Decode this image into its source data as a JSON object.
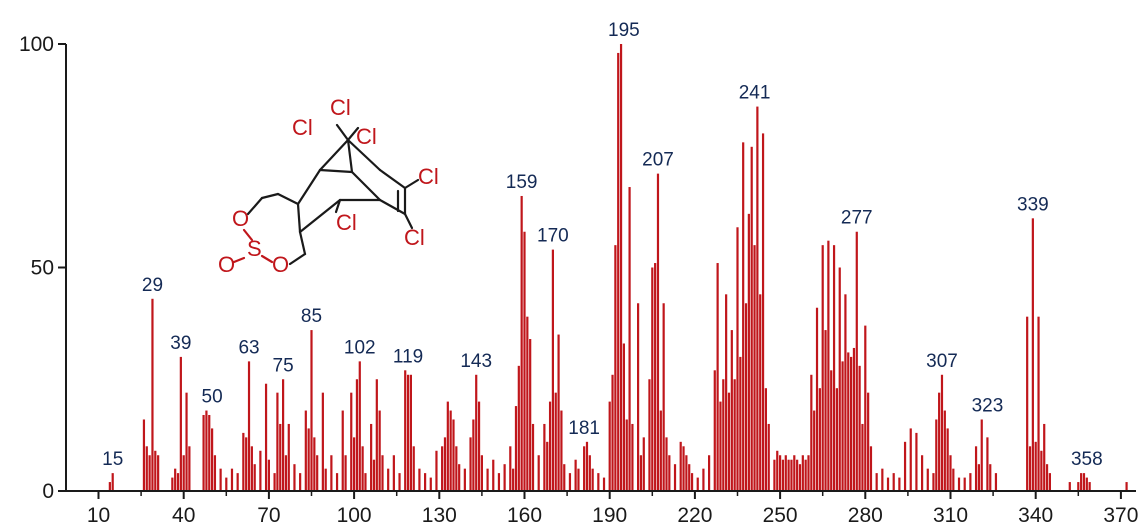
{
  "chart_data": {
    "type": "bar",
    "title": "",
    "xlabel": "",
    "ylabel": "",
    "xlim": [
      5,
      375
    ],
    "ylim": [
      0,
      100
    ],
    "x_ticks": [
      "10",
      "40",
      "70",
      "100",
      "130",
      "160",
      "190",
      "220",
      "250",
      "280",
      "310",
      "340",
      "370"
    ],
    "y_ticks": [
      "0",
      "50",
      "100"
    ],
    "bar_color": "#c0161b",
    "label_color": "#142a55",
    "peaks": [
      [
        14,
        2
      ],
      [
        15,
        4
      ],
      [
        26,
        16
      ],
      [
        27,
        10
      ],
      [
        28,
        8
      ],
      [
        29,
        43
      ],
      [
        30,
        9
      ],
      [
        31,
        8
      ],
      [
        36,
        3
      ],
      [
        37,
        5
      ],
      [
        38,
        4
      ],
      [
        39,
        30
      ],
      [
        40,
        8
      ],
      [
        41,
        22
      ],
      [
        42,
        10
      ],
      [
        47,
        17
      ],
      [
        48,
        18
      ],
      [
        49,
        17
      ],
      [
        50,
        14
      ],
      [
        51,
        8
      ],
      [
        53,
        5
      ],
      [
        55,
        3
      ],
      [
        57,
        5
      ],
      [
        59,
        4
      ],
      [
        61,
        13
      ],
      [
        62,
        12
      ],
      [
        63,
        29
      ],
      [
        64,
        10
      ],
      [
        65,
        6
      ],
      [
        67,
        9
      ],
      [
        69,
        24
      ],
      [
        70,
        7
      ],
      [
        72,
        4
      ],
      [
        73,
        22
      ],
      [
        74,
        15
      ],
      [
        75,
        25
      ],
      [
        76,
        8
      ],
      [
        77,
        15
      ],
      [
        79,
        6
      ],
      [
        81,
        4
      ],
      [
        83,
        18
      ],
      [
        84,
        14
      ],
      [
        85,
        36
      ],
      [
        86,
        12
      ],
      [
        87,
        8
      ],
      [
        89,
        22
      ],
      [
        90,
        5
      ],
      [
        92,
        8
      ],
      [
        94,
        4
      ],
      [
        96,
        18
      ],
      [
        97,
        8
      ],
      [
        99,
        22
      ],
      [
        100,
        12
      ],
      [
        101,
        25
      ],
      [
        102,
        29
      ],
      [
        103,
        10
      ],
      [
        104,
        4
      ],
      [
        106,
        15
      ],
      [
        107,
        7
      ],
      [
        108,
        25
      ],
      [
        109,
        18
      ],
      [
        110,
        8
      ],
      [
        112,
        5
      ],
      [
        114,
        8
      ],
      [
        116,
        4
      ],
      [
        118,
        27
      ],
      [
        119,
        26
      ],
      [
        120,
        26
      ],
      [
        121,
        10
      ],
      [
        123,
        5
      ],
      [
        125,
        4
      ],
      [
        127,
        3
      ],
      [
        129,
        9
      ],
      [
        131,
        10
      ],
      [
        132,
        12
      ],
      [
        133,
        20
      ],
      [
        134,
        18
      ],
      [
        135,
        16
      ],
      [
        136,
        10
      ],
      [
        137,
        6
      ],
      [
        139,
        5
      ],
      [
        141,
        12
      ],
      [
        142,
        16
      ],
      [
        143,
        26
      ],
      [
        144,
        20
      ],
      [
        145,
        8
      ],
      [
        147,
        5
      ],
      [
        149,
        7
      ],
      [
        151,
        4
      ],
      [
        153,
        6
      ],
      [
        155,
        10
      ],
      [
        156,
        5
      ],
      [
        157,
        19
      ],
      [
        158,
        28
      ],
      [
        159,
        66
      ],
      [
        160,
        58
      ],
      [
        161,
        39
      ],
      [
        162,
        34
      ],
      [
        163,
        15
      ],
      [
        165,
        8
      ],
      [
        167,
        15
      ],
      [
        168,
        11
      ],
      [
        169,
        20
      ],
      [
        170,
        54
      ],
      [
        171,
        22
      ],
      [
        172,
        35
      ],
      [
        173,
        18
      ],
      [
        174,
        6
      ],
      [
        176,
        4
      ],
      [
        178,
        7
      ],
      [
        179,
        5
      ],
      [
        181,
        10
      ],
      [
        182,
        11
      ],
      [
        183,
        8
      ],
      [
        184,
        5
      ],
      [
        186,
        4
      ],
      [
        188,
        3
      ],
      [
        190,
        20
      ],
      [
        191,
        26
      ],
      [
        192,
        55
      ],
      [
        193,
        98
      ],
      [
        194,
        100
      ],
      [
        195,
        33
      ],
      [
        196,
        16
      ],
      [
        197,
        68
      ],
      [
        198,
        15
      ],
      [
        200,
        42
      ],
      [
        201,
        8
      ],
      [
        202,
        12
      ],
      [
        204,
        25
      ],
      [
        205,
        50
      ],
      [
        206,
        51
      ],
      [
        207,
        71
      ],
      [
        208,
        18
      ],
      [
        209,
        42
      ],
      [
        210,
        12
      ],
      [
        211,
        8
      ],
      [
        213,
        6
      ],
      [
        215,
        11
      ],
      [
        216,
        10
      ],
      [
        217,
        8
      ],
      [
        218,
        6
      ],
      [
        219,
        4
      ],
      [
        221,
        3
      ],
      [
        223,
        5
      ],
      [
        225,
        8
      ],
      [
        227,
        27
      ],
      [
        228,
        51
      ],
      [
        229,
        20
      ],
      [
        230,
        25
      ],
      [
        231,
        44
      ],
      [
        232,
        22
      ],
      [
        233,
        36
      ],
      [
        234,
        25
      ],
      [
        235,
        59
      ],
      [
        236,
        30
      ],
      [
        237,
        78
      ],
      [
        238,
        42
      ],
      [
        239,
        62
      ],
      [
        240,
        77
      ],
      [
        241,
        55
      ],
      [
        242,
        86
      ],
      [
        243,
        44
      ],
      [
        244,
        80
      ],
      [
        245,
        23
      ],
      [
        246,
        15
      ],
      [
        248,
        7
      ],
      [
        249,
        9
      ],
      [
        250,
        8
      ],
      [
        251,
        7
      ],
      [
        252,
        8
      ],
      [
        253,
        7
      ],
      [
        254,
        7
      ],
      [
        255,
        8
      ],
      [
        256,
        7
      ],
      [
        257,
        6
      ],
      [
        258,
        8
      ],
      [
        259,
        7
      ],
      [
        260,
        8
      ],
      [
        261,
        26
      ],
      [
        262,
        18
      ],
      [
        263,
        41
      ],
      [
        264,
        23
      ],
      [
        265,
        55
      ],
      [
        266,
        36
      ],
      [
        267,
        56
      ],
      [
        268,
        27
      ],
      [
        269,
        55
      ],
      [
        270,
        23
      ],
      [
        271,
        50
      ],
      [
        272,
        29
      ],
      [
        273,
        44
      ],
      [
        274,
        31
      ],
      [
        275,
        30
      ],
      [
        276,
        32
      ],
      [
        277,
        58
      ],
      [
        278,
        28
      ],
      [
        279,
        15
      ],
      [
        280,
        37
      ],
      [
        281,
        22
      ],
      [
        282,
        10
      ],
      [
        284,
        4
      ],
      [
        286,
        5
      ],
      [
        288,
        3
      ],
      [
        290,
        4
      ],
      [
        292,
        3
      ],
      [
        294,
        11
      ],
      [
        296,
        14
      ],
      [
        298,
        13
      ],
      [
        300,
        8
      ],
      [
        302,
        5
      ],
      [
        304,
        4
      ],
      [
        305,
        16
      ],
      [
        306,
        22
      ],
      [
        307,
        26
      ],
      [
        308,
        18
      ],
      [
        309,
        14
      ],
      [
        310,
        8
      ],
      [
        311,
        5
      ],
      [
        313,
        3
      ],
      [
        315,
        3
      ],
      [
        317,
        4
      ],
      [
        319,
        10
      ],
      [
        320,
        6
      ],
      [
        321,
        16
      ],
      [
        323,
        12
      ],
      [
        324,
        6
      ],
      [
        326,
        4
      ],
      [
        337,
        39
      ],
      [
        338,
        10
      ],
      [
        339,
        61
      ],
      [
        340,
        11
      ],
      [
        341,
        39
      ],
      [
        342,
        9
      ],
      [
        343,
        15
      ],
      [
        344,
        6
      ],
      [
        345,
        4
      ],
      [
        352,
        2
      ],
      [
        355,
        2
      ],
      [
        356,
        4
      ],
      [
        357,
        4
      ],
      [
        358,
        3
      ],
      [
        359,
        2
      ],
      [
        372,
        2
      ]
    ],
    "peak_labels": [
      {
        "x": 15,
        "y": 4,
        "text": "15"
      },
      {
        "x": 29,
        "y": 43,
        "text": "29"
      },
      {
        "x": 39,
        "y": 30,
        "text": "39"
      },
      {
        "x": 50,
        "y": 18,
        "text": "50"
      },
      {
        "x": 63,
        "y": 29,
        "text": "63"
      },
      {
        "x": 75,
        "y": 25,
        "text": "75"
      },
      {
        "x": 85,
        "y": 36,
        "text": "85"
      },
      {
        "x": 102,
        "y": 29,
        "text": "102"
      },
      {
        "x": 119,
        "y": 27,
        "text": "119"
      },
      {
        "x": 143,
        "y": 26,
        "text": "143"
      },
      {
        "x": 159,
        "y": 66,
        "text": "159"
      },
      {
        "x": 170,
        "y": 54,
        "text": "170"
      },
      {
        "x": 181,
        "y": 11,
        "text": "181"
      },
      {
        "x": 195,
        "y": 100,
        "text": "195"
      },
      {
        "x": 207,
        "y": 71,
        "text": "207"
      },
      {
        "x": 241,
        "y": 86,
        "text": "241"
      },
      {
        "x": 277,
        "y": 58,
        "text": "277"
      },
      {
        "x": 307,
        "y": 26,
        "text": "307"
      },
      {
        "x": 323,
        "y": 16,
        "text": "323"
      },
      {
        "x": 339,
        "y": 61,
        "text": "339"
      },
      {
        "x": 358,
        "y": 4,
        "text": "358"
      }
    ]
  },
  "structure": {
    "atoms": [
      "Cl",
      "Cl",
      "Cl",
      "Cl",
      "Cl",
      "Cl",
      "O",
      "O",
      "O",
      "S"
    ]
  }
}
